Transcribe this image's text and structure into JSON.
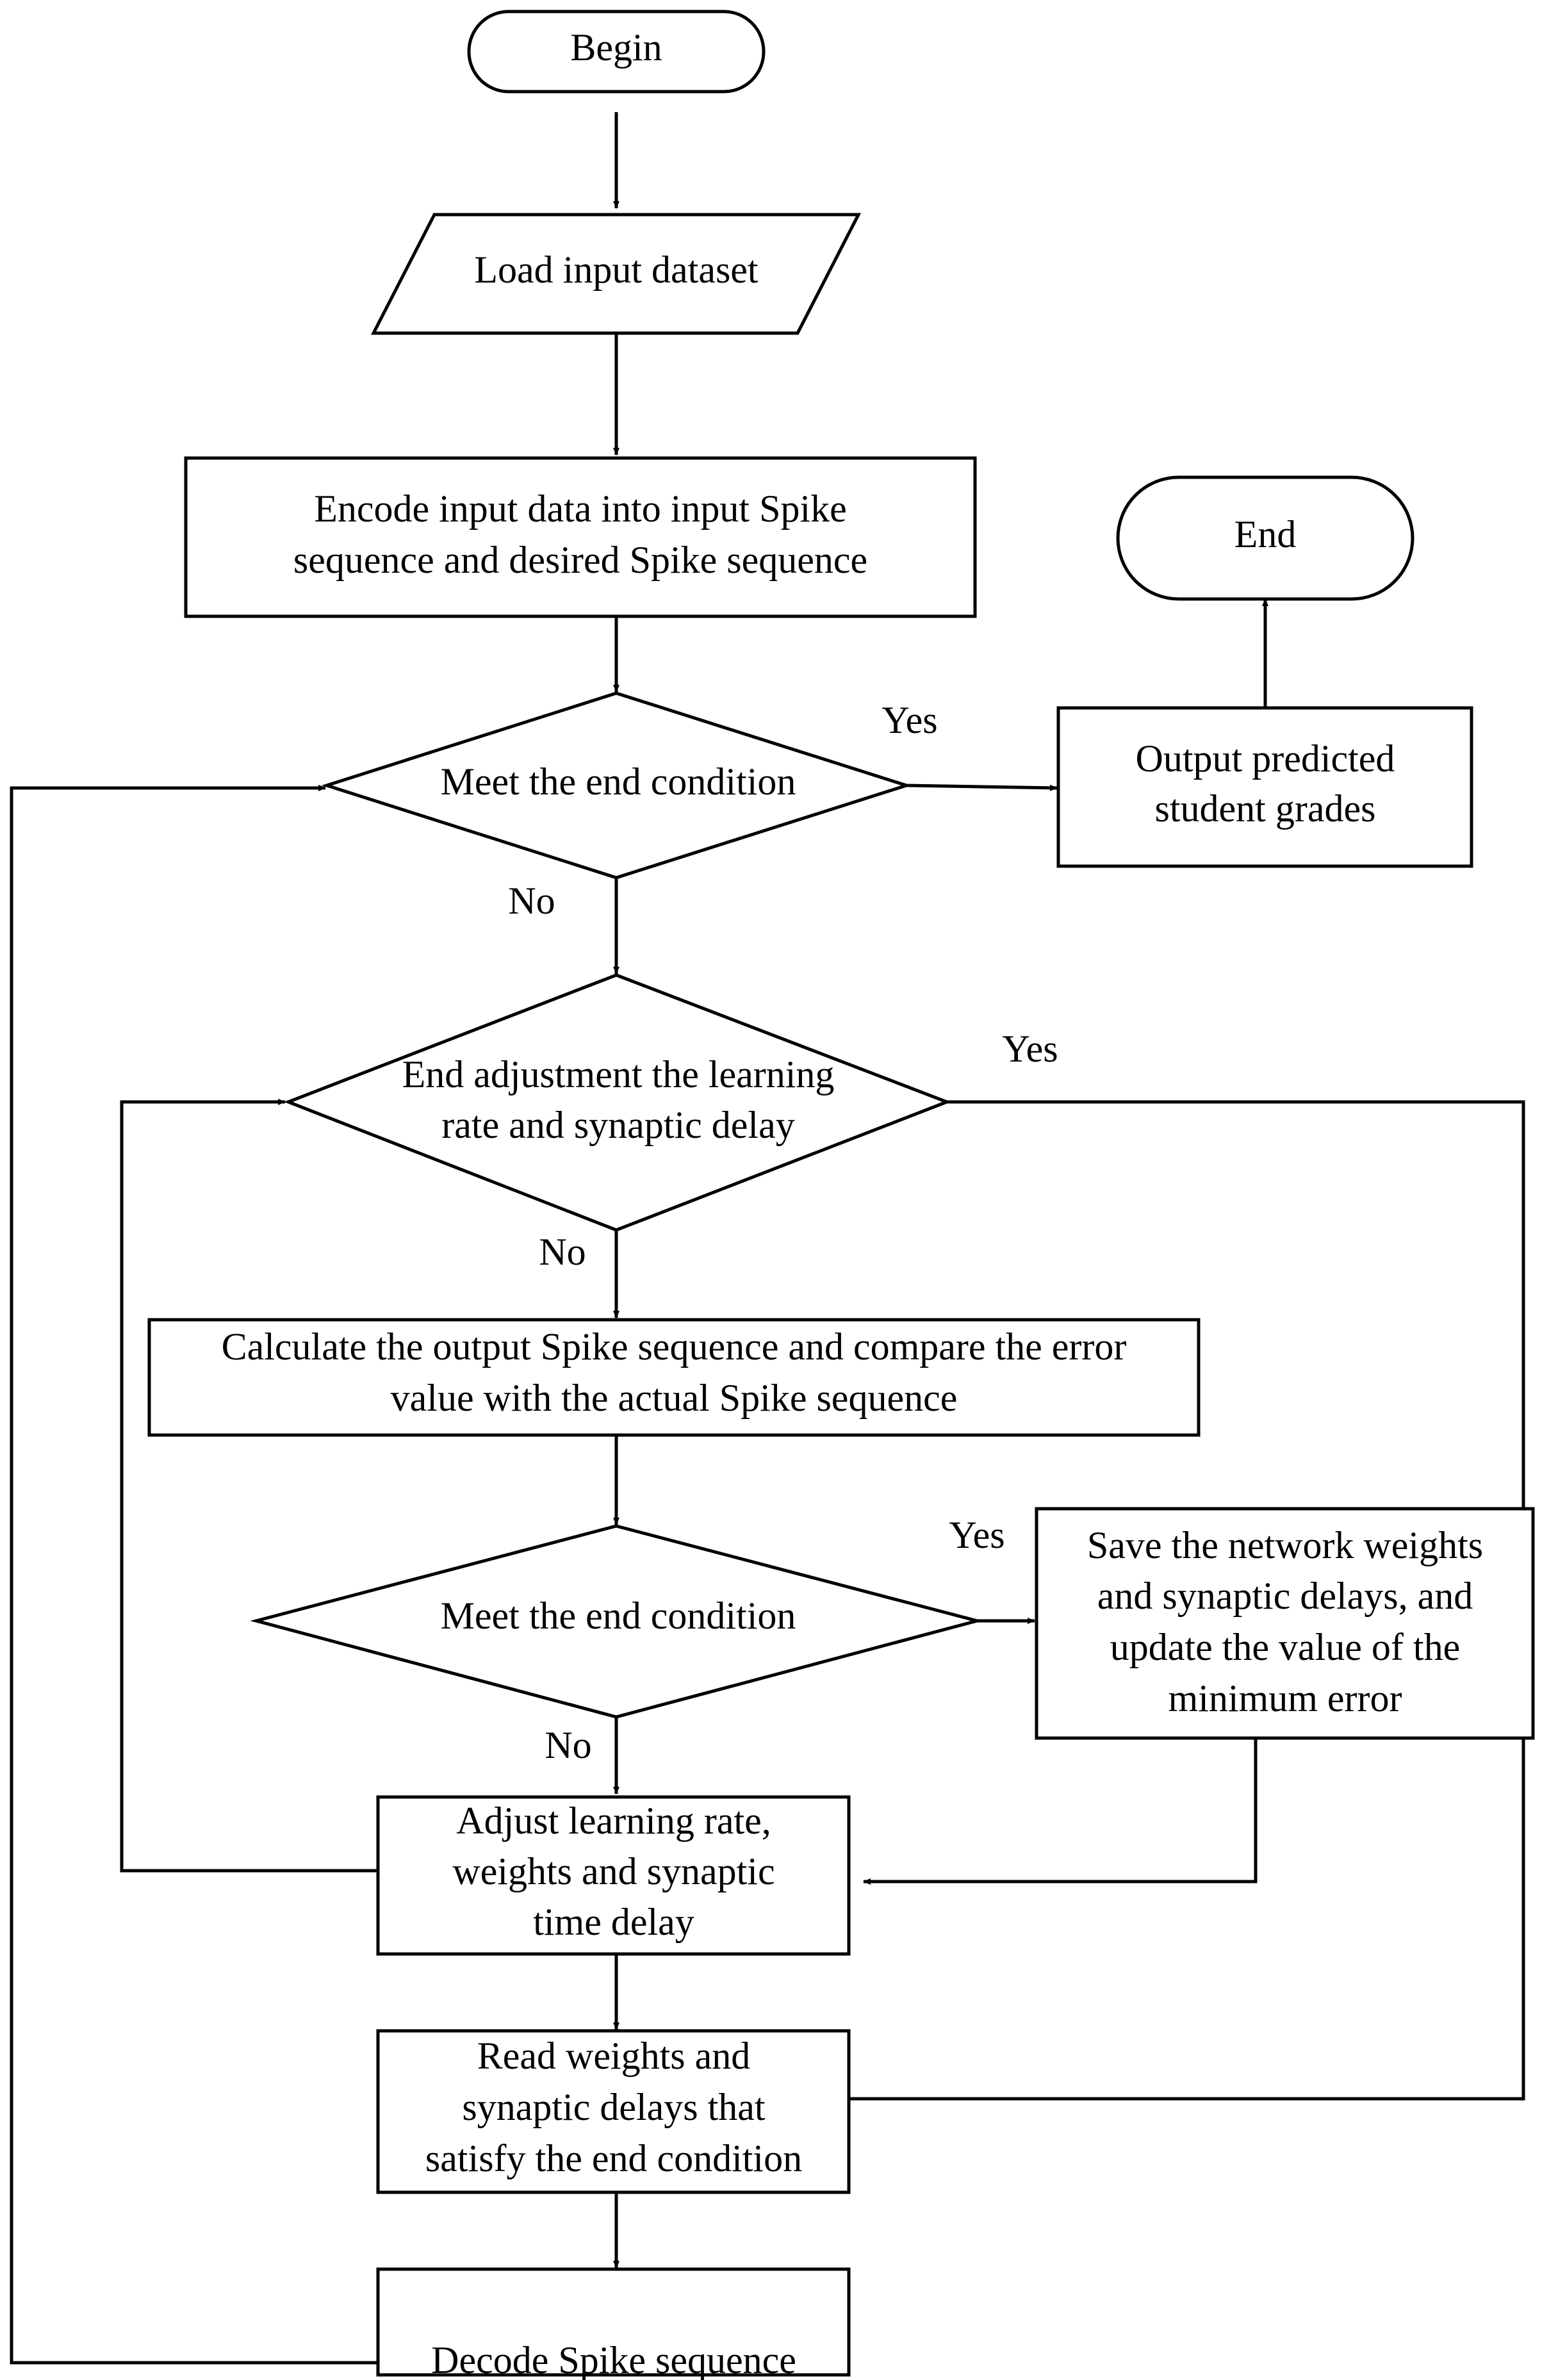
{
  "nodes": {
    "begin": [
      "Begin"
    ],
    "load": [
      "Load input dataset"
    ],
    "encode": [
      "Encode input data into input Spike",
      "sequence and desired Spike sequence"
    ],
    "end": [
      "End"
    ],
    "output": [
      "Output predicted",
      "student grades"
    ],
    "decision1": [
      "Meet the end condition"
    ],
    "decision2": [
      "End adjustment the learning",
      "rate and synaptic delay"
    ],
    "calculate": [
      "Calculate the output Spike sequence and compare the error",
      "value with the actual Spike sequence"
    ],
    "decision3": [
      "Meet the end condition"
    ],
    "save": [
      "Save the network weights",
      "and synaptic delays, and",
      "update the value of the",
      "minimum error"
    ],
    "adjust": [
      "Adjust learning rate,",
      "weights and synaptic",
      "time delay"
    ],
    "read": [
      "Read weights and",
      "synaptic delays that",
      "satisfy the end condition"
    ],
    "decode": [
      "Decode Spike sequence"
    ]
  },
  "branch_labels": {
    "d1_yes": "Yes",
    "d1_no": "No",
    "d2_yes": "Yes",
    "d2_no": "No",
    "d3_yes": "Yes",
    "d3_no": "No"
  }
}
